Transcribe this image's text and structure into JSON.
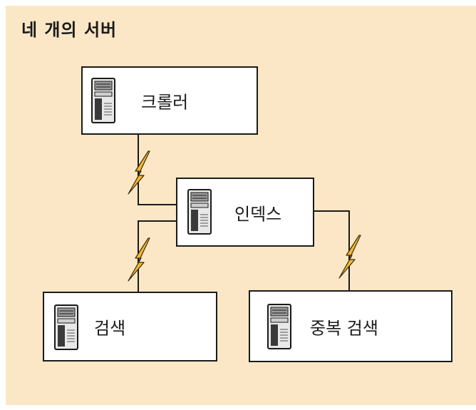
{
  "title": "네 개의 서버",
  "colors": {
    "panel_background": "#fbe7c6",
    "box_border": "#1a1a1a",
    "connector": "#1a1a1a",
    "lightning_fill": "#f5b82e",
    "lightning_stroke": "#3a2a10"
  },
  "servers": [
    {
      "id": "crawler",
      "label": "크롤러",
      "icon": "server-tower-icon"
    },
    {
      "id": "index",
      "label": "인덱스",
      "icon": "server-tower-icon"
    },
    {
      "id": "search",
      "label": "검색",
      "icon": "server-tower-icon"
    },
    {
      "id": "duplicate-search",
      "label": "중복 검색",
      "icon": "server-tower-icon"
    }
  ],
  "connections": [
    {
      "from": "crawler",
      "to": "index",
      "icon": "lightning-bolt-icon"
    },
    {
      "from": "index",
      "to": "search",
      "icon": "lightning-bolt-icon"
    },
    {
      "from": "index",
      "to": "duplicate-search",
      "icon": "lightning-bolt-icon"
    }
  ]
}
